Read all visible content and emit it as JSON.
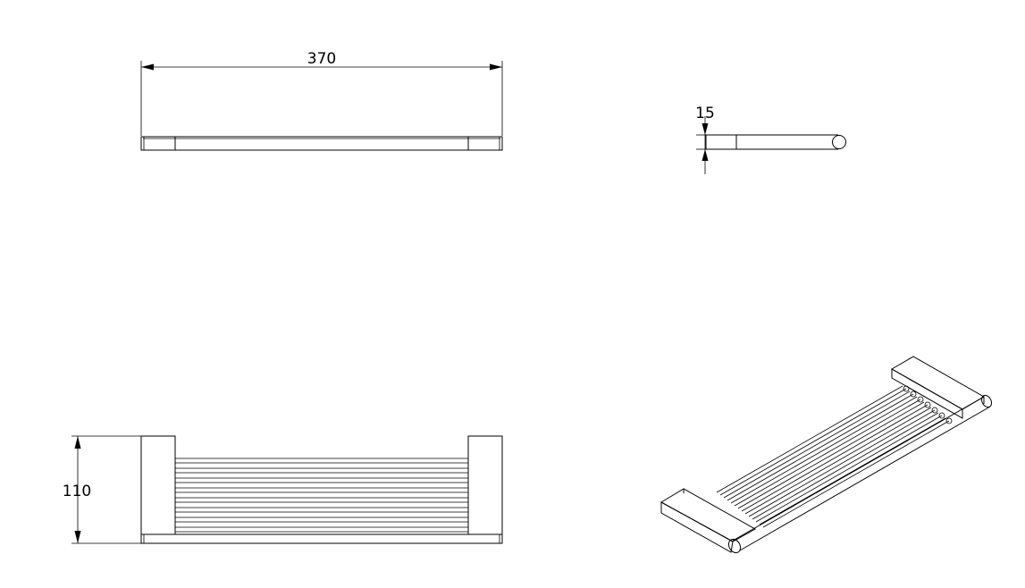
{
  "dimensions": {
    "length": "370",
    "thickness": "15",
    "depth": "110"
  }
}
